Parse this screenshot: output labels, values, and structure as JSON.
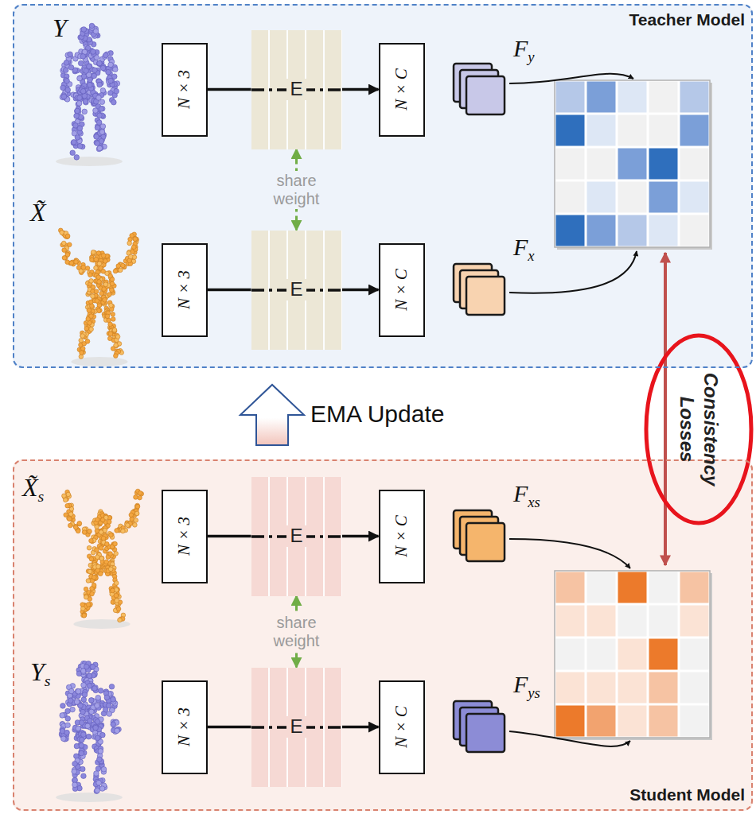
{
  "diagram": {
    "nodes": [
      {
        "text": [
          "Teacher Model"
        ]
      },
      {
        "text": [
          "N × 3"
        ],
        "in": 0
      },
      {
        "text": [
          "E"
        ],
        "in": 0
      },
      {
        "text": [
          "N × C"
        ],
        "in": 0
      },
      {
        "text": [
          "N × 3"
        ],
        "in": 0
      },
      {
        "text": [
          "E"
        ],
        "in": 0
      },
      {
        "text": [
          "N × C"
        ],
        "in": 0
      },
      {
        "text": [
          "Student Model"
        ]
      },
      {
        "text": [
          "N × 3"
        ],
        "in": 7
      },
      {
        "text": [
          "E"
        ],
        "in": 7
      },
      {
        "text": [
          "N × C"
        ],
        "in": 7
      },
      {
        "text": [
          "N × 3"
        ],
        "in": 7
      },
      {
        "text": [
          "E"
        ],
        "in": 7
      },
      {
        "text": [
          "N × C"
        ],
        "in": 7
      }
    ],
    "edges": [
      {
        "from": 1,
        "to": 2,
        "arrow": "none"
      },
      {
        "from": 2,
        "to": 3,
        "arrow": "to"
      },
      {
        "from": 4,
        "to": 5,
        "arrow": "none"
      },
      {
        "from": 5,
        "to": 6,
        "arrow": "to"
      },
      {
        "from": 2,
        "to": 5,
        "label": "share weight",
        "arrow": "both"
      },
      {
        "from": 8,
        "to": 9,
        "arrow": "none"
      },
      {
        "from": 9,
        "to": 10,
        "arrow": "to"
      },
      {
        "from": 11,
        "to": 12,
        "arrow": "none"
      },
      {
        "from": 12,
        "to": 13,
        "arrow": "to"
      },
      {
        "from": 9,
        "to": 12,
        "label": "share weight",
        "arrow": "both"
      }
    ],
    "labels": [
      "Y",
      "Fy",
      "X̃",
      "Fx",
      "EMA Update",
      "Consistency Losses",
      "X̃s",
      "Fxs",
      "Ys",
      "Fys"
    ]
  }
}
